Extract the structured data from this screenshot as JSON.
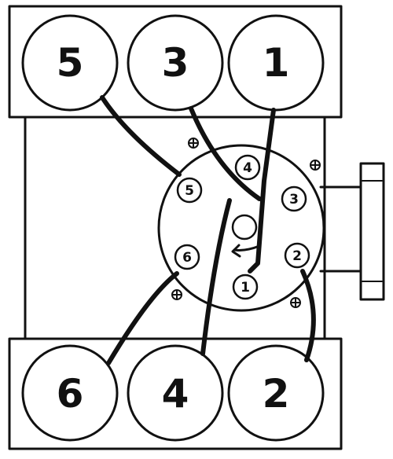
{
  "diagram": {
    "bank_top_cylinders": [
      "5",
      "3",
      "1"
    ],
    "bank_bottom_cylinders": [
      "6",
      "4",
      "2"
    ],
    "cap_terminals": [
      "4",
      "5",
      "3",
      "6",
      "2",
      "1"
    ]
  }
}
